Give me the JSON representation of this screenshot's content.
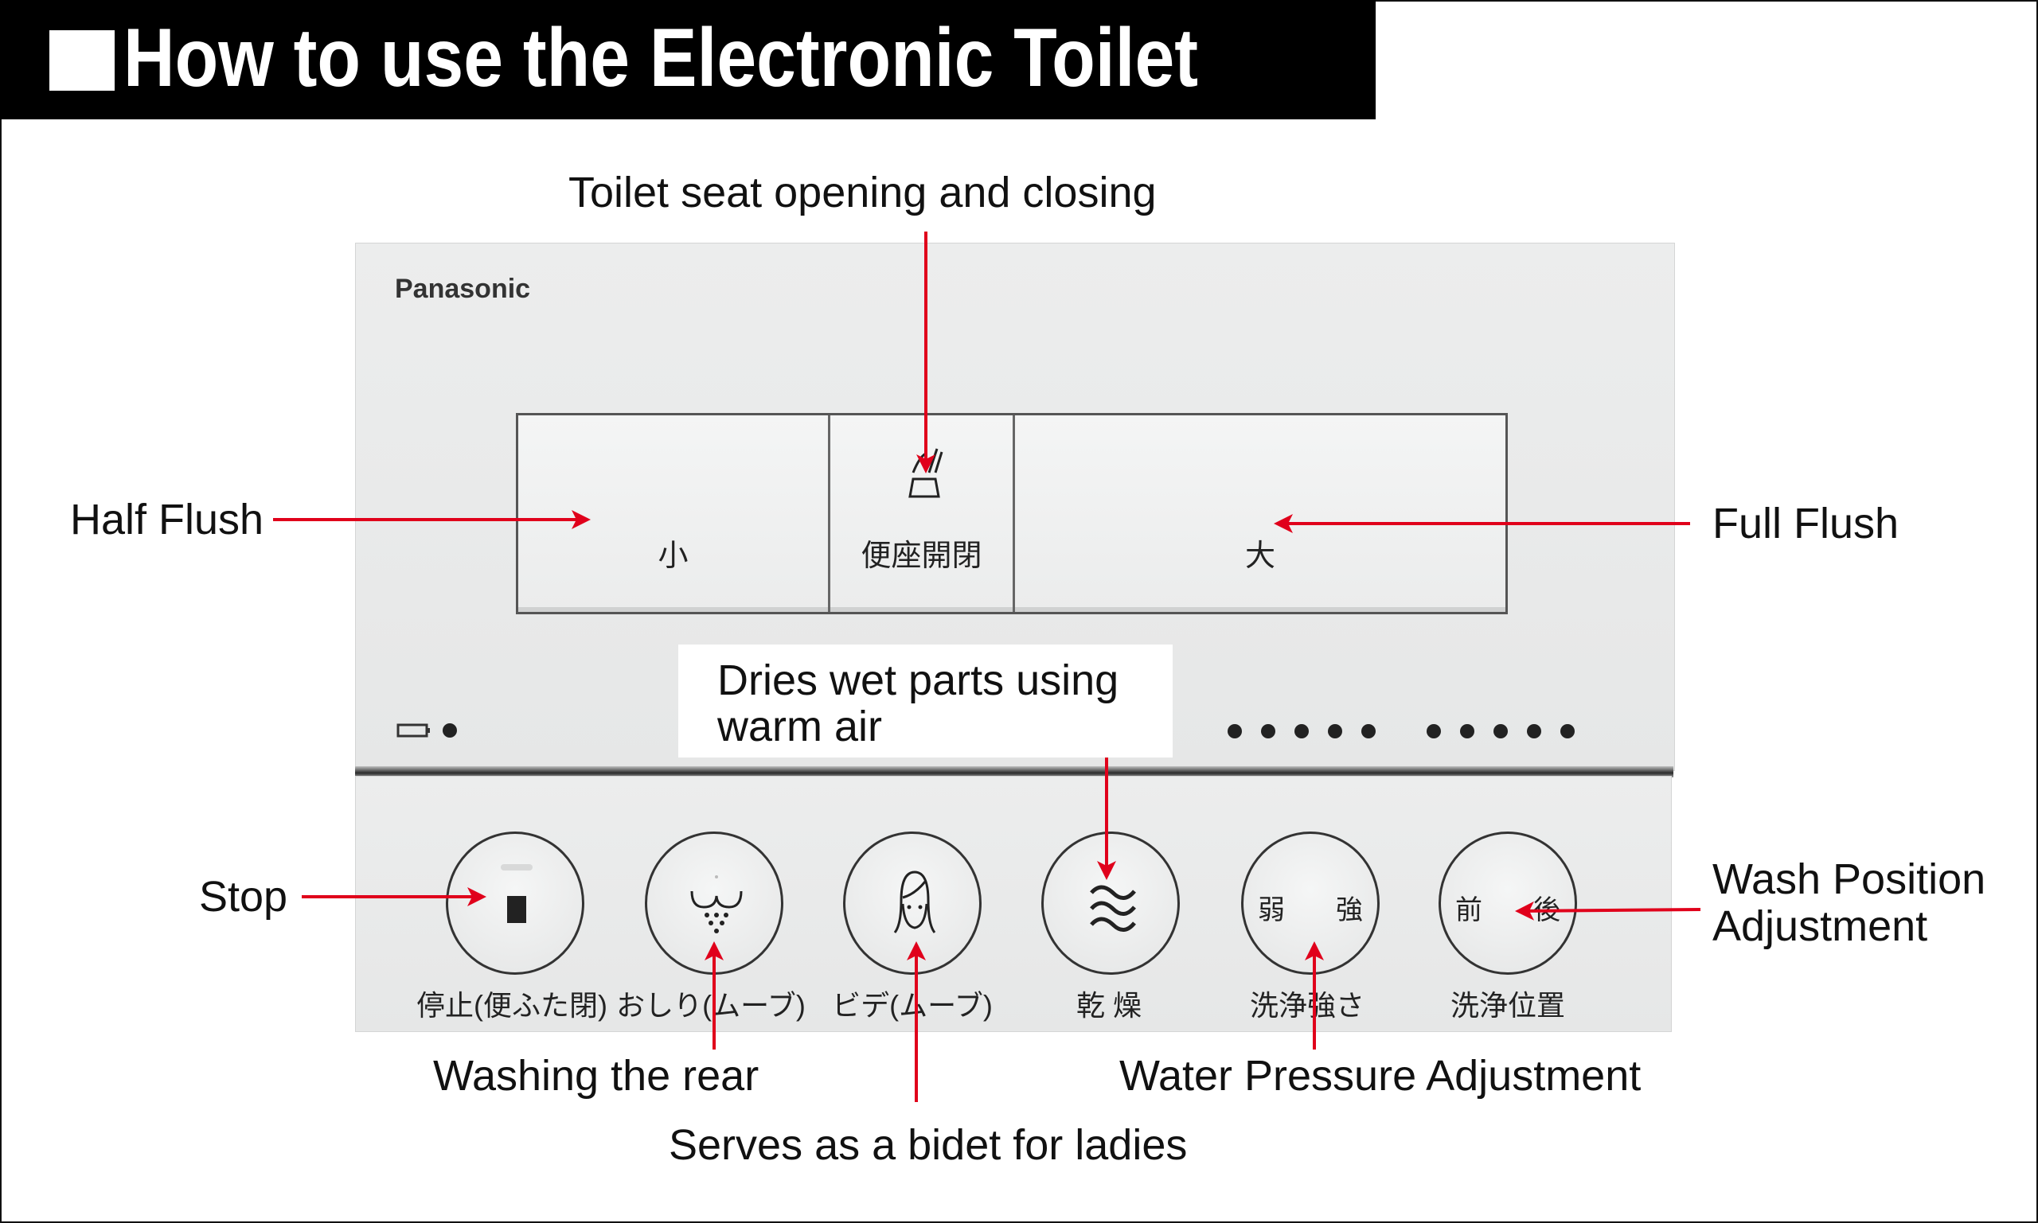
{
  "title": "How to use the Electronic Toilet",
  "brand": "Panasonic",
  "flush_buttons": {
    "half": "小",
    "seat": "便座開閉",
    "full": "大"
  },
  "round_buttons": [
    {
      "label": "停止(便ふた閉)",
      "icon": "stop-icon"
    },
    {
      "label": "おしり(ムーブ)",
      "icon": "rear-wash-icon"
    },
    {
      "label": "ビデ(ムーブ)",
      "icon": "bidet-icon"
    },
    {
      "label": "乾 燥",
      "icon": "dry-wave-icon"
    },
    {
      "label": "洗浄強さ",
      "icon": "pressure-icon",
      "left": "弱",
      "right": "強"
    },
    {
      "label": "洗浄位置",
      "icon": "position-icon",
      "left": "前",
      "right": "後"
    }
  ],
  "annotations": {
    "seat": "Toilet seat opening and closing",
    "half_flush": "Half Flush",
    "full_flush": "Full Flush",
    "dry_line1": "Dries wet parts using",
    "dry_line2": "warm air",
    "stop": "Stop",
    "wash_position_line1": "Wash Position",
    "wash_position_line2": "Adjustment",
    "washing_rear": "Washing the rear",
    "bidet": "Serves as a bidet for ladies",
    "water_pressure": "Water Pressure Adjustment"
  },
  "colors": {
    "arrow": "#e0001b",
    "title_bg": "#000000"
  }
}
